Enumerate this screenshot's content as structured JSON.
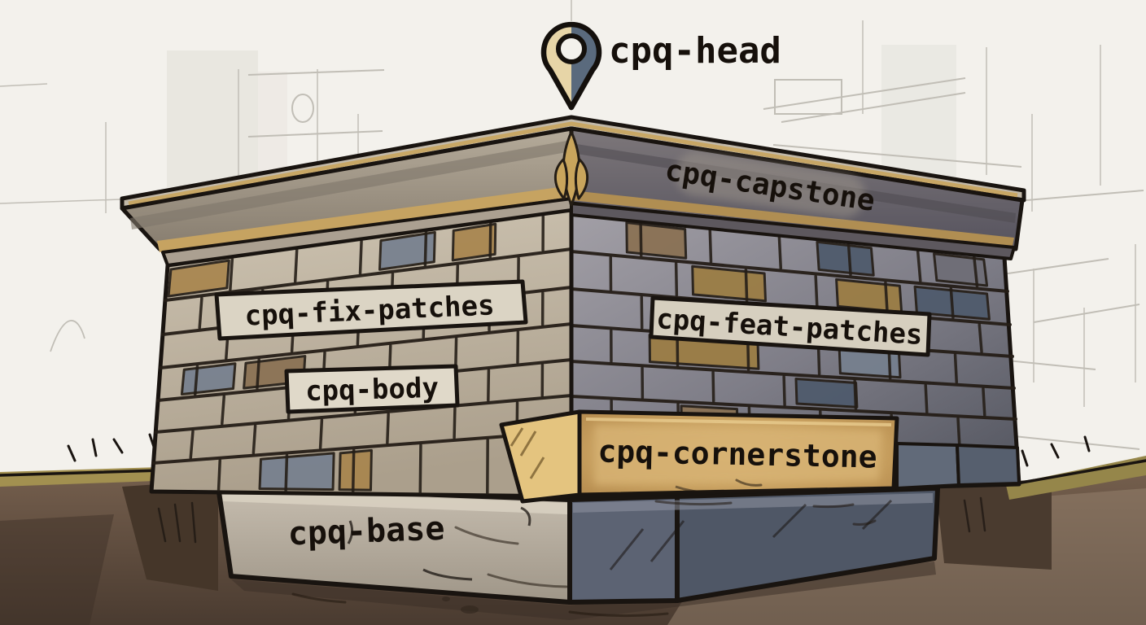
{
  "illustration": {
    "labels": {
      "head": "cpq-head",
      "capstone": "cpq-capstone",
      "fix_patches": "cpq-fix-patches",
      "feat_patches": "cpq-feat-patches",
      "body": "cpq-body",
      "cornerstone": "cpq-cornerstone",
      "base": "cpq-base"
    }
  },
  "palette": {
    "background": "#f3f1ec",
    "ink": "#191410",
    "label_text": "#16100b",
    "gold_trim": "#c9a55d",
    "gold_trim_dark": "#b08e52",
    "stone_label_bg": "#dbd4c4",
    "cornerstone_front": "#b28a4f",
    "cornerstone_glow": "#d7b273",
    "cornerstone_side": "#e4c47f",
    "base_left": "#b7aea0",
    "base_right": "#59616f",
    "dirt": "#6b574a",
    "dirt_dark": "#46382e",
    "grass": "#a29050",
    "pin_left": "#e7d5a7",
    "pin_right": "#5a6a7d",
    "accent_tan": "#a8854e",
    "accent_blue": "#76808f",
    "accent_brown": "#8a7153",
    "accent_blue_dark": "#4e5a6c",
    "accent_gold": "#9c7d43",
    "accent_gray_dark": "#6e6d76"
  }
}
